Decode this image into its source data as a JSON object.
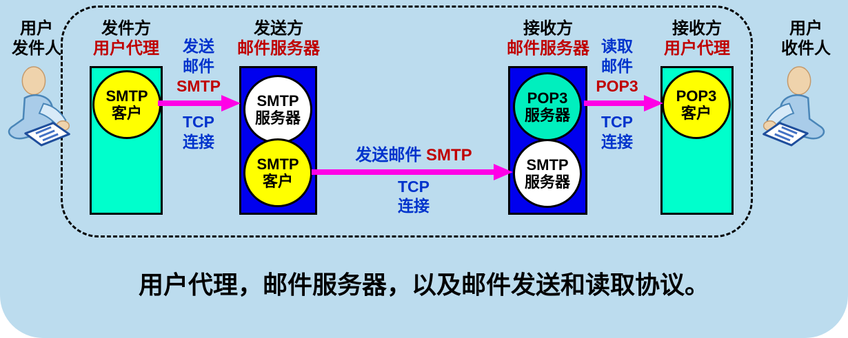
{
  "caption": "用户代理，邮件服务器，以及邮件发送和读取协议。",
  "outer_labels": {
    "sender": {
      "line1": "用户",
      "line2": "发件人"
    },
    "receiver": {
      "line1": "用户",
      "line2": "收件人"
    }
  },
  "columns": [
    {
      "title": "发件方",
      "subtitle": "用户代理",
      "circles": [
        {
          "line1": "SMTP",
          "line2": "客户"
        }
      ]
    },
    {
      "title": "发送方",
      "subtitle": "邮件服务器",
      "circles": [
        {
          "line1": "SMTP",
          "line2": "服务器"
        },
        {
          "line1": "SMTP",
          "line2": "客户"
        }
      ]
    },
    {
      "title": "接收方",
      "subtitle": "邮件服务器",
      "circles": [
        {
          "line1": "POP3",
          "line2": "服务器"
        },
        {
          "line1": "SMTP",
          "line2": "服务器"
        }
      ]
    },
    {
      "title": "接收方",
      "subtitle": "用户代理",
      "circles": [
        {
          "line1": "POP3",
          "line2": "客户"
        }
      ]
    }
  ],
  "links": [
    {
      "action_line1": "发送",
      "action_line2": "邮件",
      "protocol": "SMTP",
      "transport_line1": "TCP",
      "transport_line2": "连接"
    },
    {
      "action": "发送邮件",
      "protocol": "SMTP",
      "transport_line1": "TCP",
      "transport_line2": "连接"
    },
    {
      "action_line1": "读取",
      "action_line2": "邮件",
      "protocol": "POP3",
      "transport_line1": "TCP",
      "transport_line2": "连接"
    }
  ],
  "colors": {
    "background": "#BCDCEE",
    "user_agent_box": "#00FFCC",
    "mail_server_box": "#0000EE",
    "client_circle": "#FFFF00",
    "server_circle_white": "#FFFFFF",
    "pop3_server_circle": "#00EFBE",
    "arrow": "#FF00E6",
    "label_red": "#C00000",
    "label_blue": "#0033CC"
  }
}
